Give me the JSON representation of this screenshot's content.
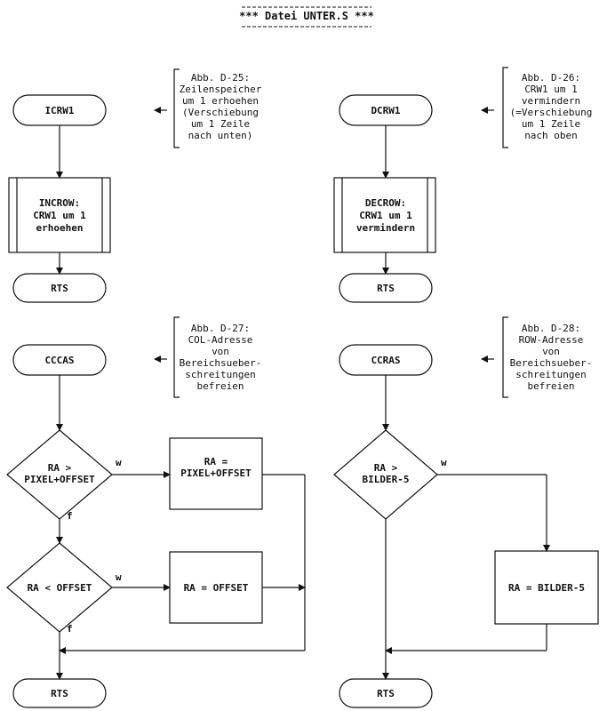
{
  "title": "*** Datei UNTER.S ***",
  "icrw1": {
    "entry": "ICRW1",
    "note": [
      "Abb. D-25:",
      "Zeilenspeicher",
      "um 1 erhoehen",
      "(Verschiebung",
      "um 1 Zeile",
      "nach unten)"
    ],
    "call": [
      "INCROW:",
      "CRW1 um 1",
      "erhoehen"
    ],
    "exit": "RTS"
  },
  "dcrw1": {
    "entry": "DCRW1",
    "note": [
      "Abb. D-26:",
      "CRW1 um 1",
      "vermindern",
      "(=Verschiebung",
      "um 1 Zeile",
      "nach oben"
    ],
    "call": [
      "DECROW:",
      "CRW1 um 1",
      "vermindern"
    ],
    "exit": "RTS"
  },
  "cccas": {
    "entry": "CCCAS",
    "note": [
      "Abb. D-27:",
      "COL-Adresse",
      "von",
      "Bereichsueber-",
      "schreitungen",
      "befreien"
    ],
    "decision1": [
      "RA >",
      "PIXEL+OFFSET"
    ],
    "action1": [
      "RA =",
      "PIXEL+OFFSET"
    ],
    "decision2": "RA < OFFSET",
    "action2": "RA = OFFSET",
    "yes_label": "w",
    "no_label": "f",
    "exit": "RTS"
  },
  "ccras": {
    "entry": "CCRAS",
    "note": [
      "Abb. D-28:",
      "ROW-Adresse",
      "von",
      "Bereichsueber-",
      "schreitungen",
      "befreien"
    ],
    "decision": [
      "RA >",
      "BILDER-5"
    ],
    "action": "RA = BILDER-5",
    "yes_label": "w",
    "exit": "RTS"
  }
}
